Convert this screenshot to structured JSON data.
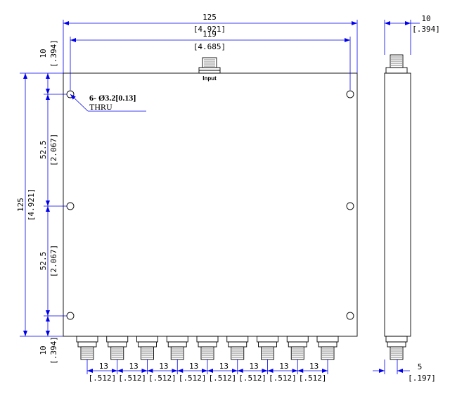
{
  "dimensions": {
    "overall_width": "125",
    "overall_width_in": "[4.921]",
    "hole_span_x": "119",
    "hole_span_x_in": "[4.685]",
    "top_margin": "10",
    "top_margin_in": "[.394]",
    "overall_height": "125",
    "overall_height_in": "[4.921]",
    "hole_gap_1": "52.5",
    "hole_gap_1_in": "[2.067]",
    "hole_gap_2": "52.5",
    "hole_gap_2_in": "[2.067]",
    "bottom_margin": "10",
    "bottom_margin_in": "[.394]",
    "port_pitch": "13",
    "port_pitch_in": "[.512]",
    "side_thickness": "10",
    "side_thickness_in": "[.394]",
    "side_offset": "5",
    "side_offset_in": "[.197]"
  },
  "hole_note": {
    "line1": "6- Ø3.2[0.13]",
    "line2": "THRU"
  },
  "input_label": "Input",
  "output_port_count": 9,
  "colors": {
    "dimension_line": "#0000ee",
    "outline": "#000000"
  }
}
